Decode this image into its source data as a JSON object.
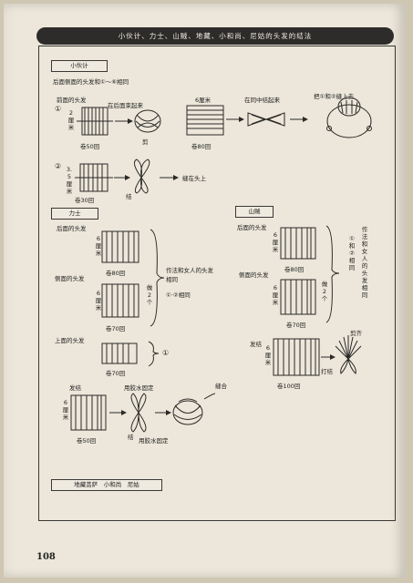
{
  "page_number": "108",
  "title": "小伙计、力士、山贼、地藏、小和尚、尼姑的头发的结法",
  "section1": {
    "label": "小伙计",
    "subtitle": "后面侧面的头发和①～⑥相同",
    "back_hair": "前面的头发",
    "circle1": "①",
    "measure_2cm": "2\n厘\n米",
    "gather_top": "在后面束起来",
    "wraps_50": "卷50回",
    "cut": "剪",
    "measure_6cm_top": "6厘米",
    "wraps_80": "卷80回",
    "tie_middle": "在同中结起来",
    "attach": "把①和②缝上去",
    "circle2": "②",
    "measure_35": "3.5\n厘\n米",
    "wraps_30": "卷30回",
    "knot": "结",
    "arrow_note": "缝在头上"
  },
  "section2": {
    "label": "力士",
    "back_hair": "后面的头发",
    "side_hair": "侧面的头发",
    "top_hair": "上面的头发",
    "measure_6cm": "6\n厘\n米",
    "wraps_80": "卷80回",
    "wraps_70a": "卷70回",
    "wraps_70b": "卷70回",
    "note_same": "作法和女人的头发相同",
    "note_ref": "①·②相同",
    "make2": "做\n2\n个",
    "circle_ref": "①",
    "topknot": "发结",
    "wraps_50": "卷50回",
    "glue_fix": "用胶水固定",
    "glue_fix2": "用胶水固定",
    "sew": "缝合",
    "knot": "结"
  },
  "section3": {
    "label": "山贼",
    "back_hair": "后面的头发",
    "side_hair": "侧面的头发",
    "measure_6cm": "6\n厘\n米",
    "wraps_80": "卷80回",
    "wraps_70": "卷70回",
    "note_same": "作法和女人的头发相同",
    "note_ref": "①和②相同",
    "make2": "做\n2\n个",
    "topknot": "发结",
    "wraps_100": "卷100回",
    "cut": "剪齐",
    "tie": "打结"
  },
  "section4": {
    "label": "地藏菩萨　小和尚　尼姑"
  }
}
